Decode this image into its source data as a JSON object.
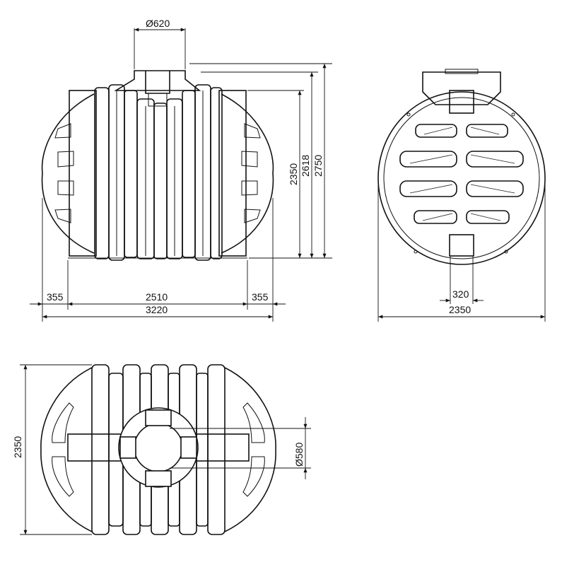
{
  "dimensions": {
    "front": {
      "neck_diameter": "Ø620",
      "height_body": "2350",
      "height_ribs": "2618",
      "height_total": "2750",
      "end_left": "355",
      "middle": "2510",
      "end_right": "355",
      "overall_length": "3220"
    },
    "side": {
      "foot_width": "320",
      "overall_width": "2350"
    },
    "top": {
      "overall_width": "2350",
      "opening_diameter": "Ø580"
    }
  },
  "colors": {
    "line": "#111111",
    "background": "#ffffff"
  }
}
